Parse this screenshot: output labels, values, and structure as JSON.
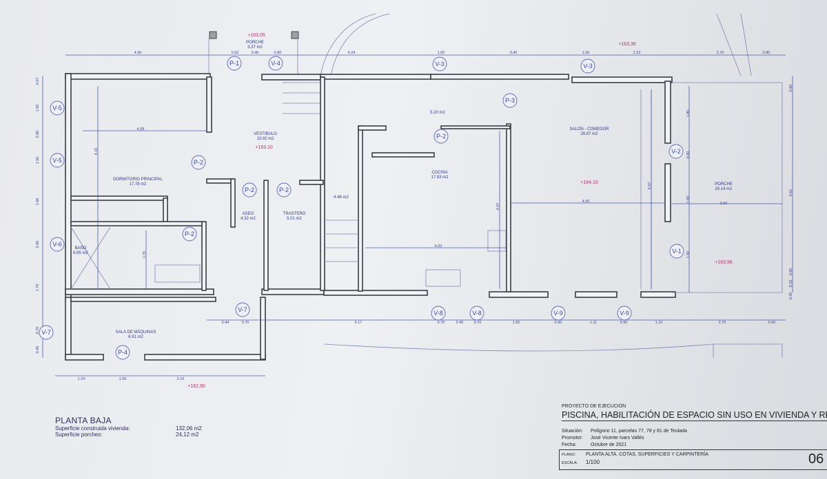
{
  "plan": {
    "rooms": [
      {
        "name": "PORCHE",
        "area": "3,37 m2"
      },
      {
        "name": "VESTIBULO",
        "area": "10.02 m2"
      },
      {
        "name": "DORMITORIO PRINCIPAL",
        "area": "17.78 m2"
      },
      {
        "name": "BAÑO",
        "area": "6.95 m2"
      },
      {
        "name": "ASEO",
        "area": "4.32 m2"
      },
      {
        "name": "TRASTERO",
        "area": "5.01 m2"
      },
      {
        "name": "",
        "area": "4.46 m2"
      },
      {
        "name": "",
        "area": "5.20 m2"
      },
      {
        "name": "COCINA",
        "area": "17.53 m2"
      },
      {
        "name": "SALÓN - COMEDOR",
        "area": "26.87 m2"
      },
      {
        "name": "PORCHE",
        "area": "20.14 m2"
      },
      {
        "name": "SALA DE MÁQUINAS",
        "area": "6.91 m2"
      }
    ],
    "levels": [
      "+163,05",
      "+163.10",
      "+164,10",
      "+163,96",
      "+163,36",
      "+162,90"
    ],
    "tags": [
      "P-1",
      "V-4",
      "V-3",
      "V-3",
      "P-3",
      "P-2",
      "P-2",
      "P-2",
      "P-2",
      "P-2",
      "V-5",
      "V-5",
      "V-6",
      "V-7",
      "V-7",
      "P-4",
      "V-8",
      "V-8",
      "V-9",
      "V-9",
      "V-2",
      "V-1"
    ],
    "dimensions_top": [
      "4.90",
      "0.92",
      "0.40",
      "0.80",
      "4.24",
      "1.00",
      "3.40",
      "1.00",
      "2.23",
      "2.70",
      "0.80"
    ],
    "dimensions_bottom": [
      "0.44",
      "0.70",
      "6.17",
      "0.70",
      "0.40",
      "0.70",
      "1.56",
      "0.90",
      "1.11",
      "0.90",
      "1.16",
      "2.70",
      "0.60"
    ],
    "dimensions_bottom_left": [
      "1.24",
      "1.50",
      "2.15"
    ],
    "dimensions_interior": [
      "4.08",
      "4.15",
      "1.70",
      "4.03",
      "4.67",
      "4.50",
      "3.60",
      "5.97",
      "1.80",
      "0.80",
      "1.69",
      "1.80"
    ],
    "dimensions_left": [
      "0.57",
      "1.00",
      "0.80",
      "1.50",
      "1.68",
      "0.80",
      "1.79",
      "0.70",
      "0.45"
    ],
    "dimensions_right": [
      "0.60",
      "6.61",
      "0.60",
      "0.33",
      "0.30"
    ]
  },
  "legend": {
    "title": "PLANTA BAJA",
    "rows": [
      {
        "label": "Superficie construida vivienda:",
        "value": "132,06 m2"
      },
      {
        "label": "Superficie porches:",
        "value": "24,12 m2"
      }
    ]
  },
  "title_block": {
    "project_type": "PROYECTO DE EJECUCIÓN",
    "project_title": "PISCINA, HABILITACIÓN DE ESPACIO SIN USO EN VIVIENDA Y REFORMA",
    "situacion_label": "Situación:",
    "situacion": "Polígono 11, parcelas 77, 78 y 81 de Teulada",
    "promotor_label": "Promotor:",
    "promotor": "José Vicente Ivars Vallés",
    "fecha_label": "Fecha:",
    "fecha": "Octubre de 2021",
    "plano_label": "PLANO:",
    "plano": "PLANTA ALTA. COTAS, SUPERFICIES Y CARPINTERÍA",
    "escala_label": "ESCALA:",
    "escala": "1/100",
    "sheet_number": "06"
  },
  "colors": {
    "line": "#3a4796",
    "level": "#b0336e",
    "wall": "#3a3c45"
  }
}
